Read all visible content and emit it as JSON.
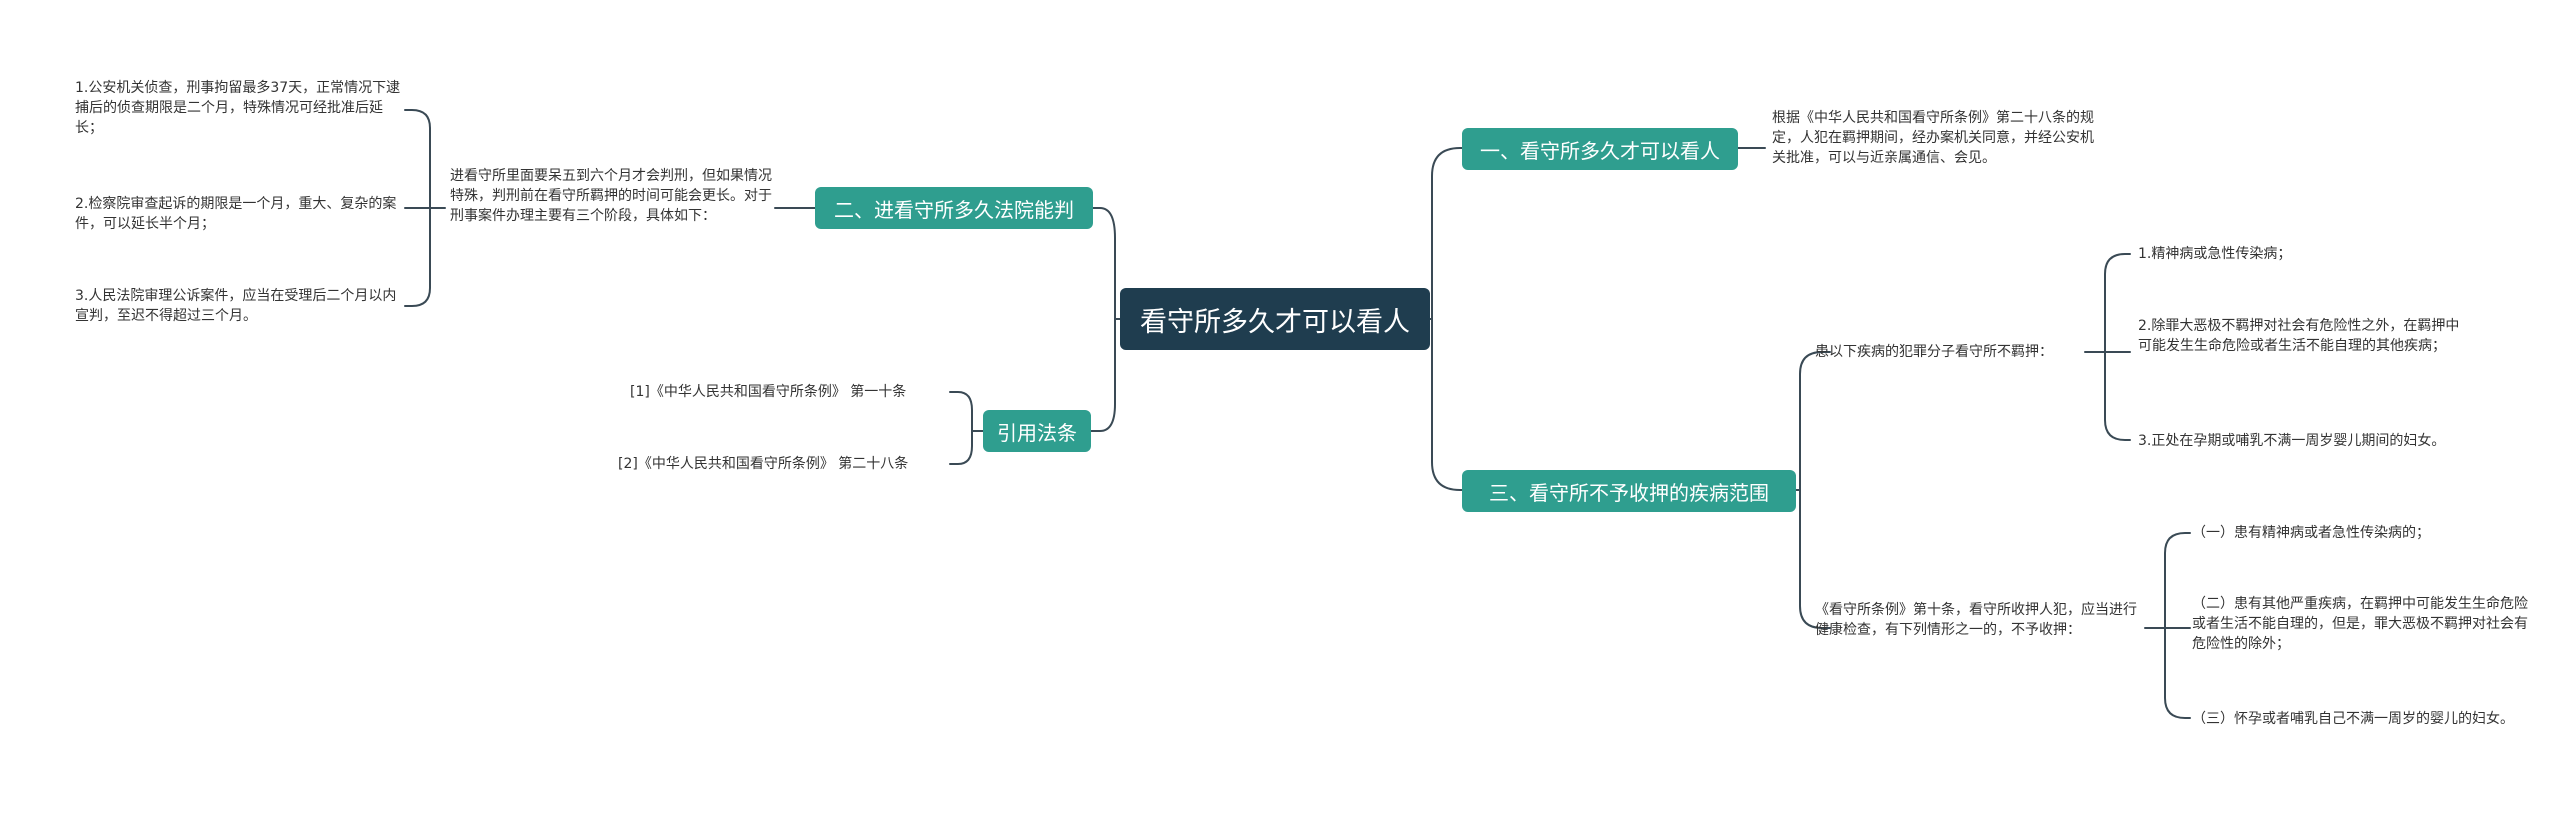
{
  "root": "看守所多久才可以看人",
  "right": [
    {
      "label": "一、看守所多久才可以看人",
      "detail": "根据《中华人民共和国看守所条例》第二十八条的规定，人犯在羁押期间，经办案机关同意，并经公安机关批准，可以与近亲属通信、会见。"
    },
    {
      "label": "三、看守所不予收押的疾病范围",
      "groups": [
        {
          "text": "患以下疾病的犯罪分子看守所不羁押：",
          "items": [
            "1.精神病或急性传染病；",
            "2.除罪大恶极不羁押对社会有危险性之外，在羁押中可能发生生命危险或者生活不能自理的其他疾病；",
            "3.正处在孕期或哺乳不满一周岁婴儿期间的妇女。"
          ]
        },
        {
          "text": "《看守所条例》第十条，看守所收押人犯，应当进行健康检查，有下列情形之一的，不予收押：",
          "items": [
            "（一）患有精神病或者急性传染病的；",
            "（二）患有其他严重疾病，在羁押中可能发生生命危险或者生活不能自理的，但是，罪大恶极不羁押对社会有危险性的除外；",
            "（三）怀孕或者哺乳自己不满一周岁的婴儿的妇女。"
          ]
        }
      ]
    }
  ],
  "left": [
    {
      "label": "二、进看守所多久法院能判",
      "detail": "进看守所里面要呆五到六个月才会判刑，但如果情况特殊，判刑前在看守所羁押的时间可能会更长。对于刑事案件办理主要有三个阶段，具体如下：",
      "items": [
        "1.公安机关侦查，刑事拘留最多37天，正常情况下逮捕后的侦查期限是二个月，特殊情况可经批准后延长；",
        "2.检察院审查起诉的期限是一个月，重大、复杂的案件，可以延长半个月；",
        "3.人民法院审理公诉案件，应当在受理后二个月以内宣判，至迟不得超过三个月。"
      ]
    },
    {
      "label": "引用法条",
      "refs": [
        "[1]《中华人民共和国看守所条例》 第一十条",
        "[2]《中华人民共和国看守所条例》 第二十八条"
      ]
    }
  ]
}
